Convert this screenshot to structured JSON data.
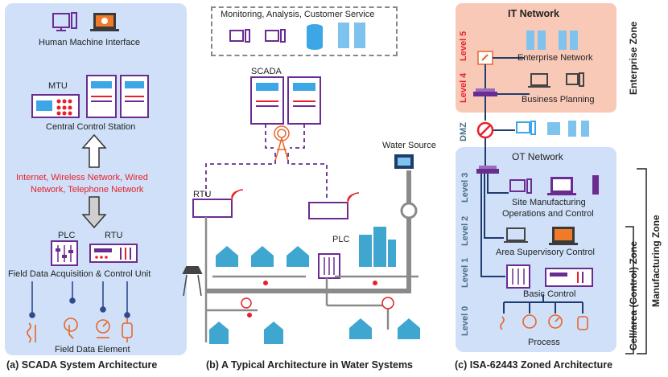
{
  "panel_a": {
    "hmi_label": "Human Machine Interface",
    "mtu_label": "MTU",
    "ccs_label": "Central Control Station",
    "network_line1": "Internet, Wireless Network, Wired",
    "network_line2": "Network, Telephone Network",
    "plc_label": "PLC",
    "rtu_label": "RTU",
    "fdacu_label": "Field Data Acquisition & Control Unit",
    "fde_label": "Field Data Element",
    "caption": "(a) SCADA System Architecture"
  },
  "panel_b": {
    "monitoring_label": "Monitoring, Analysis, Customer Service",
    "scada_label": "SCADA",
    "rtu_label": "RTU",
    "plc_label": "PLC",
    "water_source_label": "Water Source",
    "caption": "(b) A Typical Architecture in Water Systems"
  },
  "panel_c": {
    "it_network": "IT Network",
    "level5": "Level 5",
    "enterprise_network": "Enterprise Network",
    "level4": "Level 4",
    "business_planning": "Business Planning",
    "enterprise_zone": "Enterprise Zone",
    "dmz": "DMZ",
    "ot_network": "OT Network",
    "level3": "Level 3",
    "site_mfg_line1": "Site Manufacturing",
    "site_mfg_line2": "Operations and Control",
    "level2": "Level 2",
    "area_supervisory": "Area Supervisory Control",
    "level1": "Level 1",
    "basic_control": "Basic Control",
    "level0": "Level 0",
    "process": "Process",
    "manufacturing_zone": "Manufacturing Zone",
    "cell_area_zone": "Cell/area (Control) Zone",
    "caption": "(c) ISA-62443 Zoned Architecture"
  },
  "colors": {
    "panel_blue": "#cfe0f8",
    "panel_salmon": "#f9c9b8",
    "purple": "#6a2c91",
    "red": "#e8202a",
    "light_blue": "#3da6e6",
    "slate": "#4a6f8a",
    "gray_pipe": "#8a8a8a"
  }
}
